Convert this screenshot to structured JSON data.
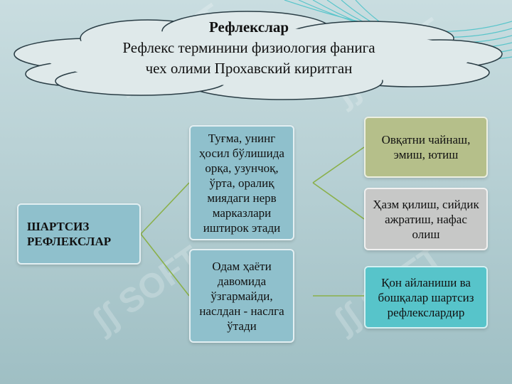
{
  "header": {
    "title": "Рефлекслар",
    "line1": "Рефлекс терминини физиология фанига",
    "line2": "чех олими Прохавский киритган"
  },
  "root": {
    "label": "ШАРТСИЗ РЕФЛЕКСЛАР"
  },
  "branches": [
    {
      "label": "Туғма, унинг ҳосил бўлишида орқа, узунчоқ, ўрта, оралиқ миядаги нерв марказлари иштирок этади"
    },
    {
      "label": "Одам ҳаёти давомида ўзгармайди, наслдан - наслга ўтади"
    }
  ],
  "leaves": [
    {
      "label": "Овқатни чайнаш, эмиш, ютиш"
    },
    {
      "label": "Ҳазм қилиш, сийдик ажратиш, нафас олиш"
    },
    {
      "label": "Қон айланиши ва бошқалар  шартсиз рефлекслардир"
    }
  ],
  "watermark": "SOFT",
  "colors": {
    "root_fill": "#8fc0cc",
    "leaf1_fill": "#b5bf8a",
    "leaf2_fill": "#c7c8c7",
    "leaf3_fill": "#57c4ca",
    "connector": "#8ab04a",
    "cloud_fill": "#dfe9ea",
    "cloud_stroke": "#2a3d45"
  }
}
